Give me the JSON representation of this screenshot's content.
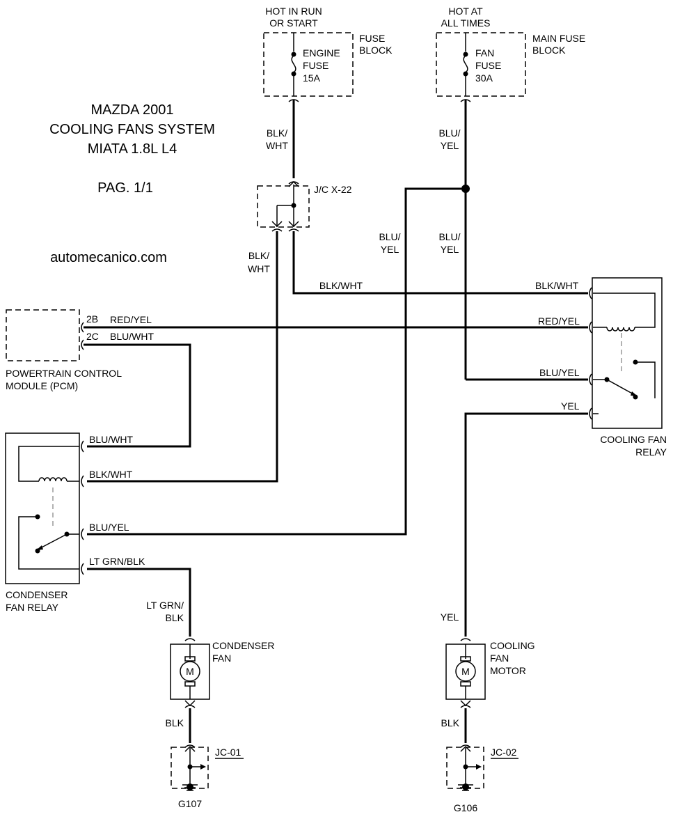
{
  "header": {
    "title_line1": "MAZDA 2001",
    "title_line2": "COOLING FANS SYSTEM",
    "title_line3": "MIATA 1.8L L4",
    "page": "PAG. 1/1",
    "site": "automecanico.com"
  },
  "power": {
    "run_start_line1": "HOT IN RUN",
    "run_start_line2": "OR START",
    "all_times_line1": "HOT AT",
    "all_times_line2": "ALL TIMES"
  },
  "fuse_block": {
    "label_line1": "FUSE",
    "label_line2": "BLOCK"
  },
  "main_fuse_block": {
    "label_line1": "MAIN FUSE",
    "label_line2": "BLOCK"
  },
  "engine_fuse": {
    "line1": "ENGINE",
    "line2": "FUSE",
    "line3": "15A"
  },
  "fan_fuse": {
    "line1": "FAN",
    "line2": "FUSE",
    "line3": "30A"
  },
  "junction": {
    "label": "J/C X-22"
  },
  "pcm": {
    "label_line1": "POWERTRAIN CONTROL",
    "label_line2": "MODULE (PCM)",
    "pin_2b": "2B",
    "pin_2c": "2C"
  },
  "cooling_fan_relay": {
    "label_line1": "COOLING FAN",
    "label_line2": "RELAY"
  },
  "condenser_fan_relay": {
    "label_line1": "CONDENSER",
    "label_line2": "FAN RELAY"
  },
  "condenser_fan": {
    "label_line1": "CONDENSER",
    "label_line2": "FAN",
    "symbol": "M"
  },
  "cooling_fan_motor": {
    "label_line1": "COOLING",
    "label_line2": "FAN",
    "label_line3": "MOTOR",
    "symbol": "M"
  },
  "grounds": {
    "jc01": "JC-01",
    "jc02": "JC-02",
    "g107": "G107",
    "g106": "G106"
  },
  "wires": {
    "blk_wht_split1": "BLK/",
    "blk_wht_split2": "WHT",
    "blu_yel_split1": "BLU/",
    "blu_yel_split2": "YEL",
    "blk_wht": "BLK/WHT",
    "red_yel": "RED/YEL",
    "blu_wht": "BLU/WHT",
    "blu_yel": "BLU/YEL",
    "yel": "YEL",
    "lt_grn_blk": "LT GRN/BLK",
    "lt_grn_split1": "LT GRN/",
    "lt_grn_split2": "BLK",
    "blk": "BLK"
  }
}
